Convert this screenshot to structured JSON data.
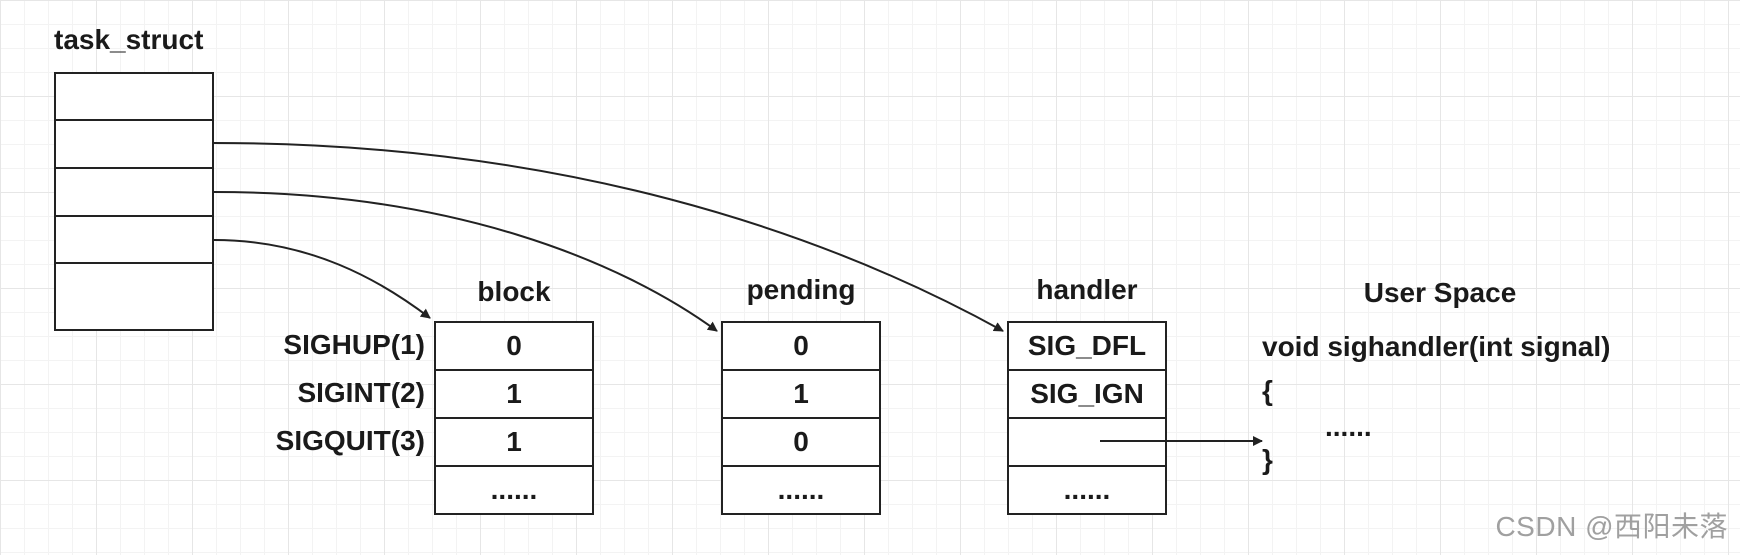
{
  "task_struct": {
    "label": "task_struct",
    "field_count": 5
  },
  "tables": {
    "block": {
      "label": "block",
      "values": [
        "0",
        "1",
        "1",
        "......"
      ]
    },
    "pending": {
      "label": "pending",
      "values": [
        "0",
        "1",
        "0",
        "......"
      ]
    },
    "handler": {
      "label": "handler",
      "values": [
        "SIG_DFL",
        "SIG_IGN",
        "",
        "......"
      ]
    }
  },
  "signals": [
    "SIGHUP(1)",
    "SIGINT(2)",
    "SIGQUIT(3)"
  ],
  "user_space": {
    "label": "User Space",
    "code": [
      "void sighandler(int signal)",
      "{",
      "......",
      "}"
    ]
  },
  "watermark": "CSDN @西阳未落",
  "colors": {
    "stroke": "#222222",
    "grid_major": "#e6e6e6",
    "grid_minor": "#f3f3f3",
    "watermark": "#a0a0a0"
  }
}
